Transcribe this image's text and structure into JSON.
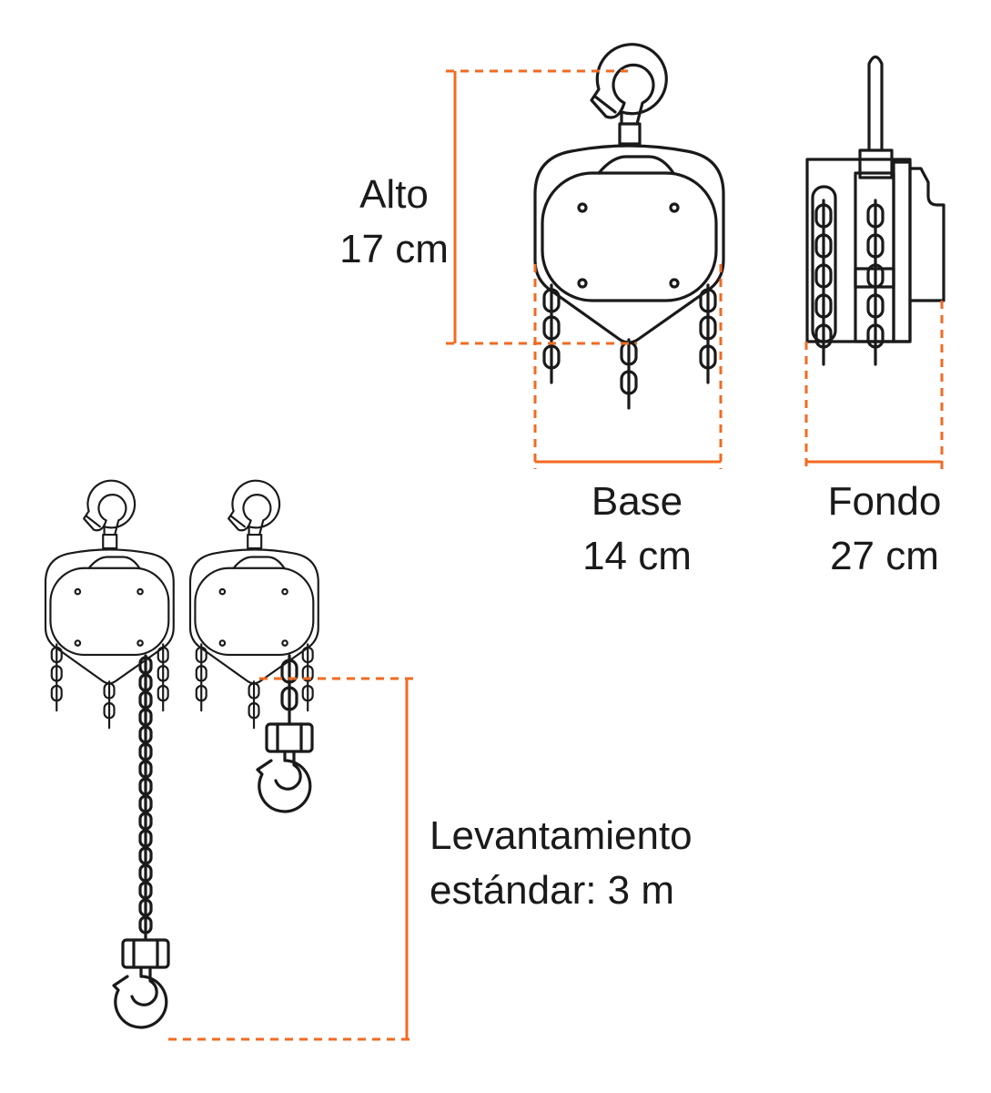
{
  "dimensions": {
    "height": {
      "label": "Alto",
      "value": "17 cm"
    },
    "width": {
      "label": "Base",
      "value": "14 cm"
    },
    "depth": {
      "label": "Fondo",
      "value": "27 cm"
    },
    "lift": {
      "label": "Levantamiento",
      "value": "estándar: 3 m"
    }
  },
  "colors": {
    "accent": "#f26a21",
    "line": "#1a1a1a"
  }
}
